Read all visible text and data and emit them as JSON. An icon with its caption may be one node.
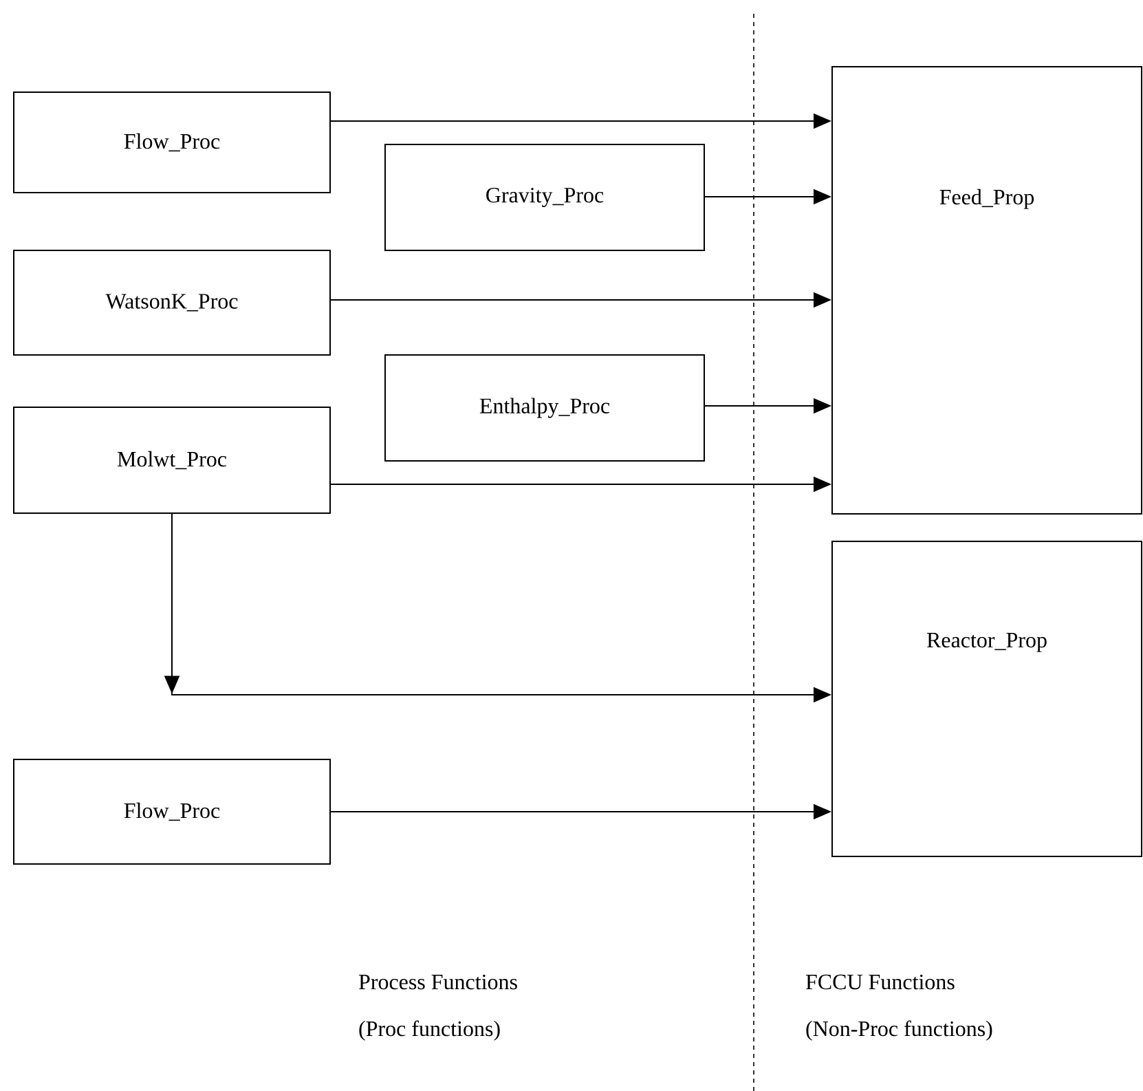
{
  "diagram": {
    "nodes": [
      {
        "text": [
          "Flow_Proc"
        ]
      },
      {
        "text": [
          "Gravity_Proc"
        ]
      },
      {
        "text": [
          "WatsonK_Proc"
        ]
      },
      {
        "text": [
          "Enthalpy_Proc"
        ]
      },
      {
        "text": [
          "Molwt_Proc"
        ]
      },
      {
        "text": [
          "Flow_Proc"
        ]
      },
      {
        "text": [
          "Feed_Prop"
        ]
      },
      {
        "text": [
          "Reactor_Prop"
        ]
      }
    ],
    "edges": [
      {
        "from": 0,
        "to": 6,
        "arrow": "to"
      },
      {
        "from": 1,
        "to": 6,
        "arrow": "to"
      },
      {
        "from": 2,
        "to": 6,
        "arrow": "to"
      },
      {
        "from": 3,
        "to": 6,
        "arrow": "to"
      },
      {
        "from": 4,
        "to": 6,
        "arrow": "to"
      },
      {
        "from": 4,
        "to": 7,
        "arrow": "to"
      },
      {
        "from": 5,
        "to": 7,
        "arrow": "to"
      }
    ],
    "labels": [
      "Process Functions",
      "(Proc functions)",
      "FCCU Functions",
      "(Non-Proc functions)"
    ]
  }
}
